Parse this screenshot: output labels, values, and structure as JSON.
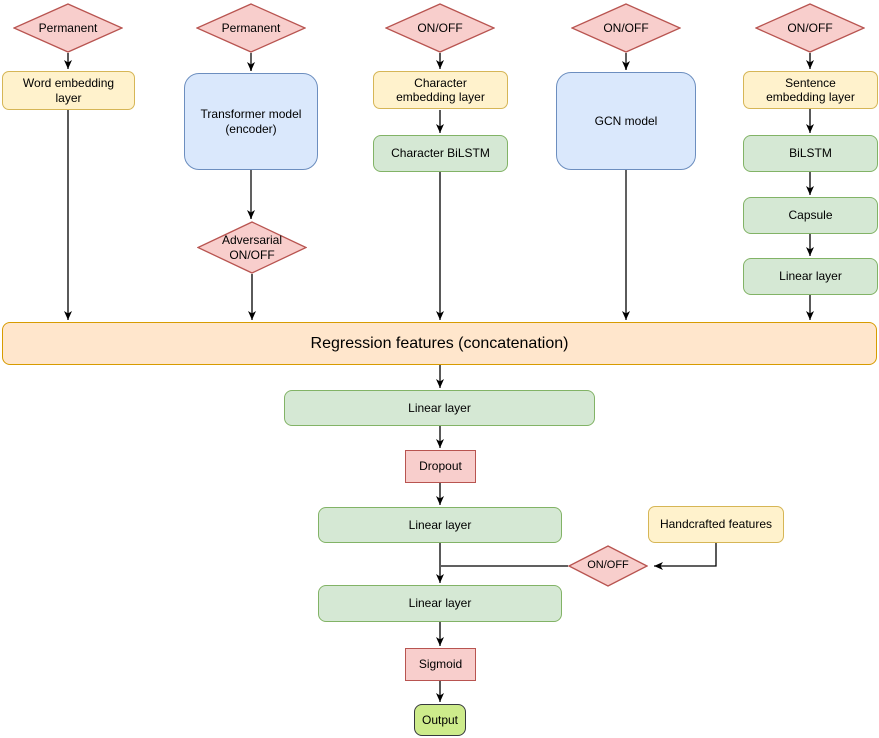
{
  "palette": {
    "switch_fill": "#f8cecc",
    "switch_stroke": "#b85450",
    "embedding_fill": "#fff2cc",
    "embedding_stroke": "#d6b656",
    "model_fill": "#dae8fc",
    "model_stroke": "#6c8ebf",
    "layer_fill": "#d5e8d4",
    "layer_stroke": "#82b366",
    "concat_fill": "#ffe6cc",
    "concat_stroke": "#d79b00",
    "output_fill": "#cdeb8b",
    "output_stroke": "#36393d",
    "connector": "#000000",
    "connector_gray": "#616161"
  },
  "switches": [
    {
      "label": "Permanent"
    },
    {
      "label": "Permanent"
    },
    {
      "label": "ON/OFF"
    },
    {
      "label": "ON/OFF"
    },
    {
      "label": "ON/OFF"
    }
  ],
  "nodes": {
    "word_embedding": {
      "label": "Word embedding layer"
    },
    "transformer": {
      "label": "Transformer model (encoder)"
    },
    "adversarial": {
      "label": "Adversarial ON/OFF"
    },
    "character_embedding": {
      "label": "Character embedding layer"
    },
    "character_bilstm": {
      "label": "Character BiLSTM"
    },
    "gcn": {
      "label": "GCN model"
    },
    "sentence_embedding": {
      "label": "Sentence embedding layer"
    },
    "bilstm": {
      "label": "BiLSTM"
    },
    "capsule": {
      "label": "Capsule"
    },
    "linear_sentence": {
      "label": "Linear layer"
    },
    "regression": {
      "label": "Regression features (concatenation)"
    },
    "linear_1": {
      "label": "Linear layer"
    },
    "dropout": {
      "label": "Dropout"
    },
    "linear_2": {
      "label": "Linear layer"
    },
    "handcrafted": {
      "label": "Handcrafted features"
    },
    "handcrafted_switch": {
      "label": "ON/OFF"
    },
    "linear_3": {
      "label": "Linear layer"
    },
    "sigmoid": {
      "label": "Sigmoid"
    },
    "output": {
      "label": "Output"
    }
  }
}
